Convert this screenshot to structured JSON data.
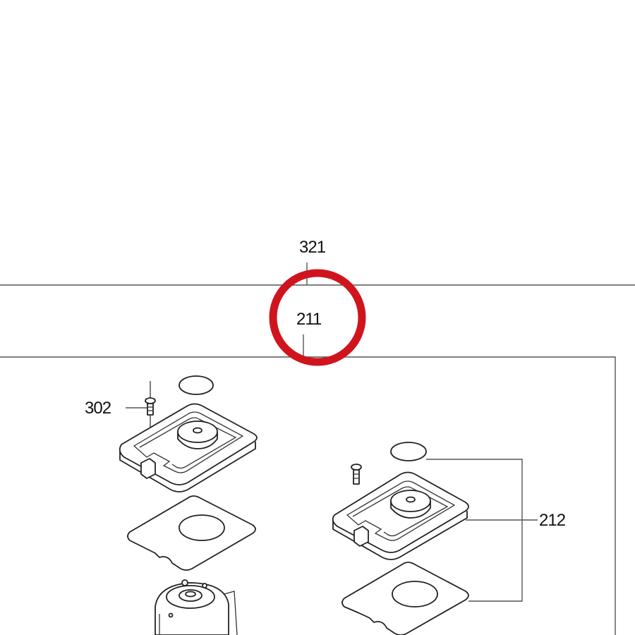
{
  "callouts": {
    "c321": "321",
    "c211": "211",
    "c302": "302",
    "c212": "212"
  },
  "highlight": {
    "color": "#d0141e",
    "target": "211"
  }
}
